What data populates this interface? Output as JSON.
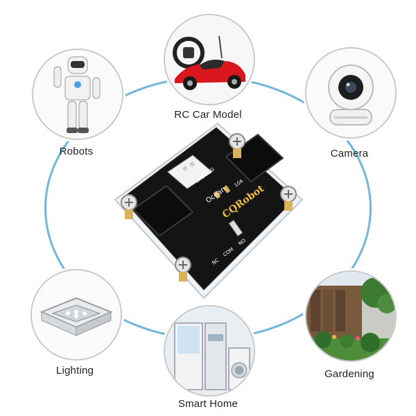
{
  "applications": [
    {
      "key": "rc_car",
      "label": "RC Car Model",
      "icon": "rc-car-icon"
    },
    {
      "key": "robots",
      "label": "Robots",
      "icon": "robot-icon"
    },
    {
      "key": "camera",
      "label": "Camera",
      "icon": "camera-icon"
    },
    {
      "key": "lighting",
      "label": "Lighting",
      "icon": "chandelier-icon"
    },
    {
      "key": "gardening",
      "label": "Gardening",
      "icon": "garden-icon"
    },
    {
      "key": "smart_home",
      "label": "Smart Home",
      "icon": "appliance-icon"
    }
  ],
  "board": {
    "brand": "CQRobot",
    "module_label": "Ocean",
    "pin_labels": [
      "GND",
      "VCC",
      "SIG"
    ],
    "switch_labels": [
      "NC",
      "COM",
      "NO"
    ],
    "relay_rating": "10A"
  },
  "colors": {
    "ring": "#6fb6da",
    "pcb": "#141414",
    "relay": "#111111",
    "connector": "#f2f2f2",
    "spacer": "#d9b25a",
    "car": "#d8161b"
  }
}
